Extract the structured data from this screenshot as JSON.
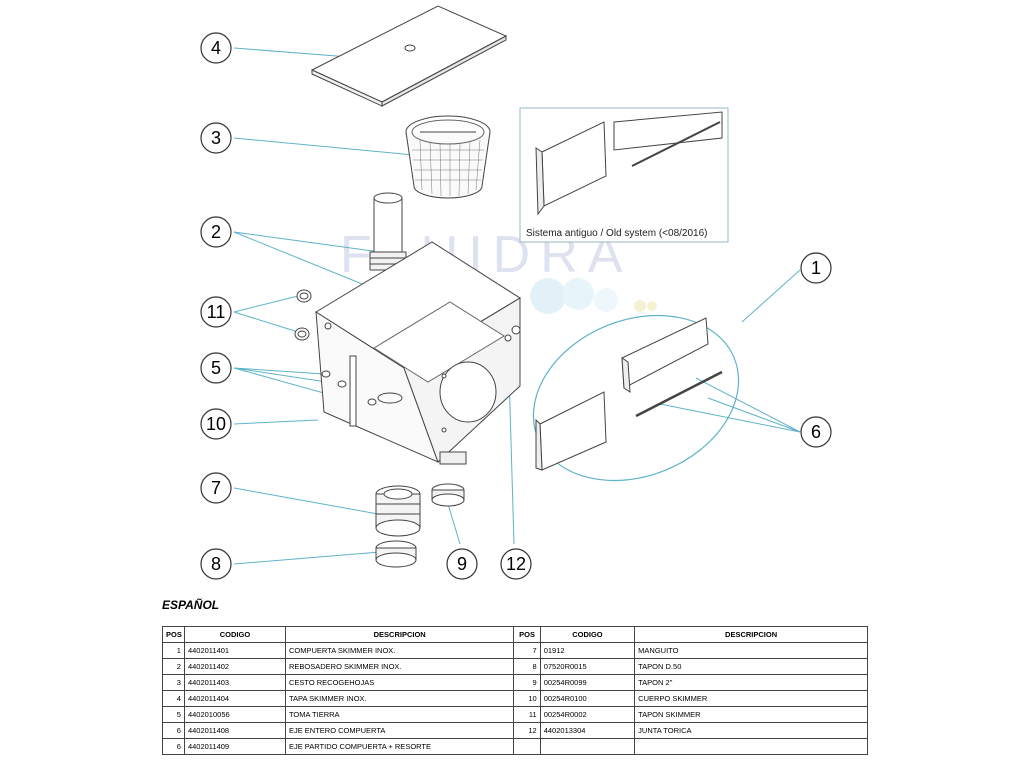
{
  "watermark": "FLUIDRA",
  "old_system_label": "Sistema antiguo / Old system (<08/2016)",
  "callouts": [
    "4",
    "3",
    "2",
    "11",
    "5",
    "10",
    "7",
    "8",
    "9",
    "12",
    "1",
    "6",
    "6"
  ],
  "section_title": "ESPAÑOL",
  "table": {
    "headers": [
      "POS",
      "CODIGO",
      "DESCRIPCION",
      "POS",
      "CODIGO",
      "DESCRIPCION"
    ],
    "rows": [
      [
        "1",
        "4402011401",
        "COMPUERTA SKIMMER INOX.",
        "7",
        "01912",
        "MANGUITO"
      ],
      [
        "2",
        "4402011402",
        "REBOSADERO SKIMMER INOX.",
        "8",
        "07520R0015",
        "TAPON D.50"
      ],
      [
        "3",
        "4402011403",
        "CESTO RECOGEHOJAS",
        "9",
        "00254R0099",
        "TAPON 2\""
      ],
      [
        "4",
        "4402011404",
        "TAPA SKIMMER INOX.",
        "10",
        "00254R0100",
        "CUERPO SKIMMER"
      ],
      [
        "5",
        "4402010056",
        "TOMA TIERRA",
        "11",
        "00254R0002",
        "TAPON SKIMMER"
      ],
      [
        "6",
        "4402011408",
        "EJE ENTERO COMPUERTA",
        "12",
        "4402013304",
        "JUNTA TORICA"
      ],
      [
        "6",
        "4402011409",
        "EJE PARTIDO COMPUERTA + RESORTE",
        "",
        "",
        ""
      ]
    ]
  }
}
